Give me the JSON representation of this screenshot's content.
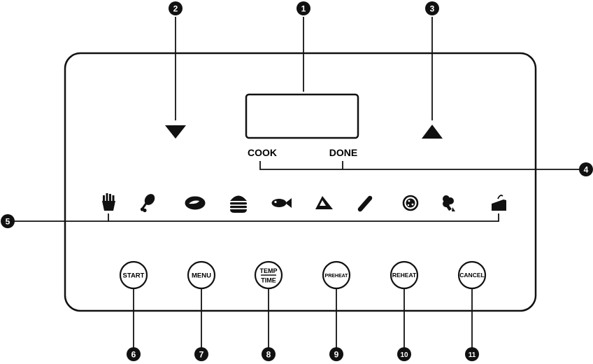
{
  "callouts": {
    "display": "1",
    "down_arrow": "2",
    "up_arrow": "3",
    "status_labels": "4",
    "food_icons": "5",
    "start": "6",
    "menu": "7",
    "temp_time": "8",
    "preheat": "9",
    "reheat": "10",
    "cancel": "11"
  },
  "status": {
    "cook": "COOK",
    "done": "DONE"
  },
  "buttons": {
    "start": "START",
    "menu": "MENU",
    "temp": "TEMP",
    "time": "TIME",
    "preheat": "PREHEAT",
    "reheat": "REHEAT",
    "cancel": "CANCEL"
  },
  "food_icons": [
    "fries-icon",
    "drumstick-icon",
    "steak-icon",
    "burger-icon",
    "fish-icon",
    "cake-slice-icon",
    "sausage-icon",
    "pizza-icon",
    "broccoli-icon",
    "dessert-icon"
  ],
  "colors": {
    "ink": "#111111",
    "background": "#ffffff"
  }
}
